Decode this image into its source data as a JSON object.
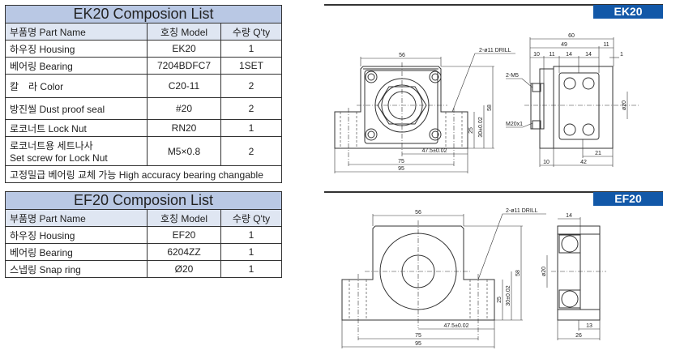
{
  "ek20_table": {
    "title": "EK20 Composion List",
    "headers": [
      "부품명 Part Name",
      "호칭 Model",
      "수량 Q'ty"
    ],
    "rows": [
      [
        "하우징 Housing",
        "EK20",
        "1"
      ],
      [
        "베어링 Bearing",
        "7204BDFC7",
        "1SET"
      ],
      [
        "칼　라 Color",
        "C20-11",
        "2"
      ],
      [
        "방진씰 Dust proof seal",
        "#20",
        "2"
      ],
      [
        "로코너트 Lock Nut",
        "RN20",
        "1"
      ],
      [
        "로코너트용 세트나사",
        "M5×0.8",
        "2"
      ]
    ],
    "row6_line2": "Set screw for Lock Nut",
    "footer": "고정밀급 베어링 교체 가능 High accuracy bearing changable"
  },
  "ef20_table": {
    "title": "EF20 Composion List",
    "headers": [
      "부품명 Part Name",
      "호칭 Model",
      "수량 Q'ty"
    ],
    "rows": [
      [
        "하우징 Housing",
        "EF20",
        "1"
      ],
      [
        "베어링 Bearing",
        "6204ZZ",
        "1"
      ],
      [
        "스냅링 Snap ring",
        "Ø20",
        "1"
      ]
    ]
  },
  "ek20_drawing": {
    "badge": "EK20",
    "dims": {
      "w56": "56",
      "h58": "58",
      "h30": "30±0.02",
      "h25": "25",
      "p47": "47.5±0.02",
      "w75": "75",
      "w95": "95",
      "drill": "2-ø11 DRILL",
      "s60": "60",
      "s49": "49",
      "s11a": "11",
      "s10": "10",
      "s11b": "11",
      "s14a": "14",
      "s14b": "14",
      "s1": "1",
      "m5": "2-M5",
      "m20": "M20x1",
      "phi20": "ø20",
      "s21": "21",
      "s10b": "10",
      "s42": "42"
    }
  },
  "ef20_drawing": {
    "badge": "EF20",
    "dims": {
      "w56": "56",
      "h58": "58",
      "h30": "30±0.02",
      "h25": "25",
      "p47": "47.5±0.02",
      "w75": "75",
      "w95": "95",
      "drill": "2-ø11 DRILL",
      "s14": "14",
      "phi20": "ø20",
      "s13": "13",
      "s26": "26"
    }
  },
  "colors": {
    "title_bg": "#b9c8e4",
    "header_bg": "#dfe6f2",
    "badge": "#1258a8"
  }
}
